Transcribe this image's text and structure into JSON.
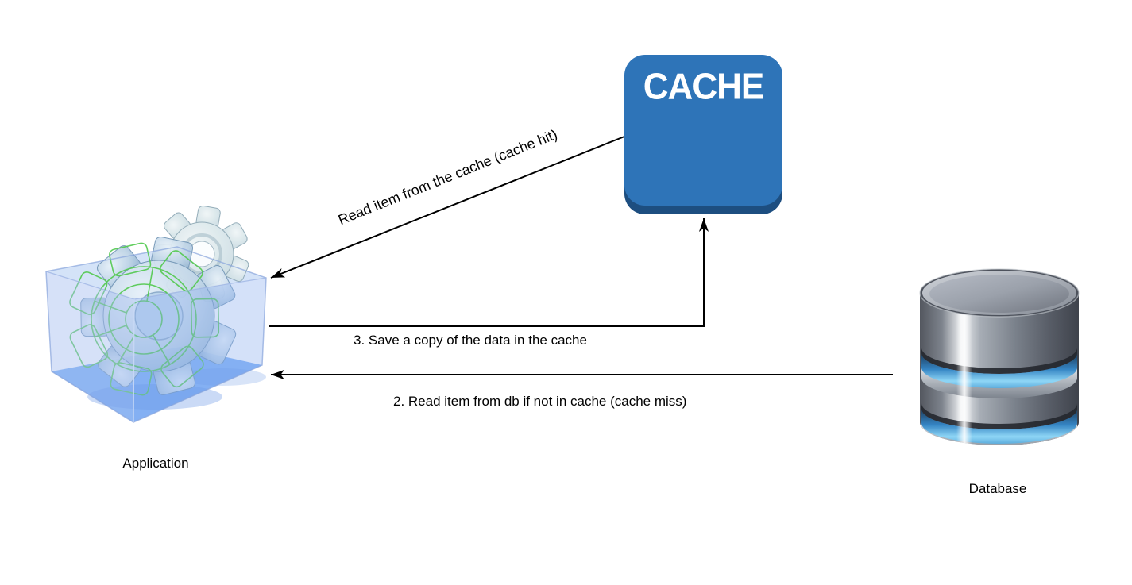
{
  "diagram": {
    "nodes": {
      "cache": {
        "label": "CACHE",
        "fill": "#2E74B8",
        "lip_fill": "#1D4E80",
        "text_color": "#FFFFFF"
      },
      "application": {
        "label": "Application",
        "icon": "gears-in-glass-box-icon"
      },
      "database": {
        "label": "Database",
        "icon": "database-cylinder-icon"
      }
    },
    "edges": [
      {
        "name": "cache-hit",
        "from": "cache",
        "to": "application",
        "label": "Read item from the cache (cache hit)"
      },
      {
        "name": "save-copy",
        "from": "application",
        "to": "cache",
        "label": "3. Save a copy of the data in the cache"
      },
      {
        "name": "cache-miss",
        "from": "database",
        "to": "application",
        "label": "2. Read item from db if not in cache (cache miss)"
      }
    ],
    "colors": {
      "background": "#FFFFFF",
      "line": "#000000",
      "label_text": "#000000",
      "database_band_blue": "#3585C4",
      "application_box_blue": "#6A9FF0",
      "gear_wireframe_green": "#52C94E"
    }
  }
}
